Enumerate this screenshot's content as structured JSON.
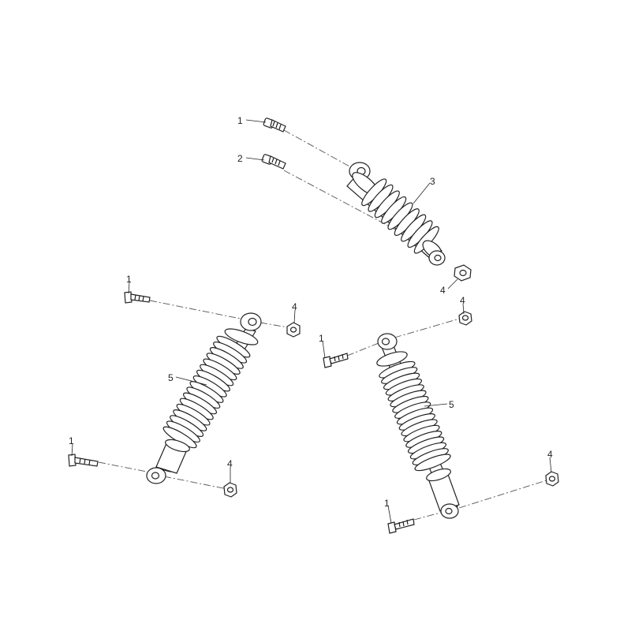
{
  "callouts": {
    "c1a": "1",
    "c2": "2",
    "c3": "3",
    "c4a": "4",
    "c1b": "1",
    "c4b": "4",
    "c5a": "5",
    "c1c": "1",
    "c4c": "4",
    "c4d": "4",
    "c1d": "1",
    "c5b": "5",
    "c4e": "4",
    "c1e": "1"
  }
}
